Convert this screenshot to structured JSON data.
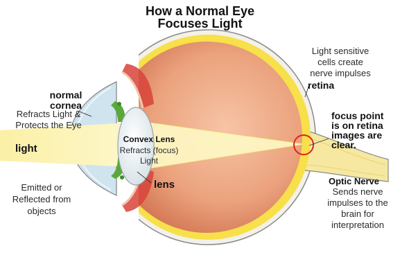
{
  "title": {
    "line1": "How a Normal Eye",
    "line2": "Focuses Light"
  },
  "labels": {
    "light_sensitive": [
      "Light sensitive",
      "cells create",
      "nerve impulses"
    ],
    "retina": "retina",
    "normal_cornea": [
      "normal",
      "cornea"
    ],
    "cornea_desc": [
      "Refracts Light &",
      "Protects the Eye"
    ],
    "light": "light",
    "convex_lens_title": "Convex Lens",
    "convex_lens_desc": [
      "Refracts (focus)",
      "Light"
    ],
    "lens": "lens",
    "focus_point": [
      "focus point",
      "is on retina",
      "images are",
      "clear."
    ],
    "emitted": [
      "Emitted or",
      "Reflected from",
      "objects"
    ],
    "optic_nerve_title": "Optic Nerve",
    "optic_nerve_desc": [
      "Sends nerve",
      "impulses to the",
      "brain for",
      "interpretation"
    ]
  },
  "colors": {
    "eyeball_fill": "#e8a07c",
    "sclera_outline": "#8c8c8c",
    "retina_yellow": "#f7e04a",
    "light_beam": "#fbf3b4",
    "cornea_blue": "#cfe4ef",
    "iris_green": "#5aa83a",
    "muscle_red": "#d23a32",
    "focus_circle": "#e02020",
    "optic_nerve": "#f6e8a0"
  }
}
